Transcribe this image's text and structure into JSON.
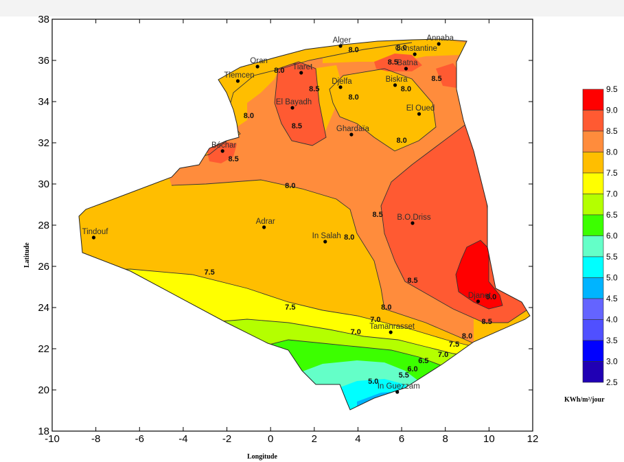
{
  "map": {
    "x_axis_title": "Longitude",
    "y_axis_title": "Latitude",
    "x_ticks": [
      "-10",
      "-8",
      "-6",
      "-4",
      "-2",
      "0",
      "2",
      "4",
      "6",
      "8",
      "10",
      "12"
    ],
    "y_ticks": [
      "38",
      "36",
      "34",
      "32",
      "30",
      "28",
      "26",
      "24",
      "22",
      "20",
      "18"
    ],
    "x_range": [
      -10,
      12
    ],
    "y_range": [
      18,
      38
    ]
  },
  "cities": [
    {
      "name": "Alger",
      "lon": 3.2,
      "lat": 36.7
    },
    {
      "name": "Annaba",
      "lon": 7.7,
      "lat": 36.8
    },
    {
      "name": "Constantine",
      "lon": 6.6,
      "lat": 36.3
    },
    {
      "name": "Batna",
      "lon": 6.2,
      "lat": 35.6
    },
    {
      "name": "Oran",
      "lon": -0.6,
      "lat": 35.7
    },
    {
      "name": "Tlemcen",
      "lon": -1.5,
      "lat": 35.0
    },
    {
      "name": "Tiaret",
      "lon": 1.4,
      "lat": 35.4
    },
    {
      "name": "Djelfa",
      "lon": 3.2,
      "lat": 34.7
    },
    {
      "name": "Biskra",
      "lon": 5.7,
      "lat": 34.8
    },
    {
      "name": "El Bayadh",
      "lon": 1.0,
      "lat": 33.7
    },
    {
      "name": "El Oued",
      "lon": 6.8,
      "lat": 33.4
    },
    {
      "name": "Ghardaïa",
      "lon": 3.7,
      "lat": 32.4
    },
    {
      "name": "Béchar",
      "lon": -2.2,
      "lat": 31.6
    },
    {
      "name": "B.O.Driss",
      "lon": 6.5,
      "lat": 28.1
    },
    {
      "name": "Adrar",
      "lon": -0.3,
      "lat": 27.9
    },
    {
      "name": "In Salah",
      "lon": 2.5,
      "lat": 27.2
    },
    {
      "name": "Tindouf",
      "lon": -8.1,
      "lat": 27.4
    },
    {
      "name": "Djanet",
      "lon": 9.5,
      "lat": 24.3
    },
    {
      "name": "Tamanrasset",
      "lon": 5.5,
      "lat": 22.8
    },
    {
      "name": "In Guezzam",
      "lon": 5.8,
      "lat": 19.9
    }
  ],
  "contour_labels": [
    {
      "text": "8.0",
      "lon": 3.8,
      "lat": 36.4
    },
    {
      "text": "8.0",
      "lon": 6.0,
      "lat": 36.5
    },
    {
      "text": "8.5",
      "lon": 5.6,
      "lat": 35.8
    },
    {
      "text": "8.5",
      "lon": 7.6,
      "lat": 35.0
    },
    {
      "text": "8.0",
      "lon": 0.4,
      "lat": 35.4
    },
    {
      "text": "8.5",
      "lon": 2.0,
      "lat": 34.5
    },
    {
      "text": "8.0",
      "lon": 3.8,
      "lat": 34.1
    },
    {
      "text": "8.0",
      "lon": 6.2,
      "lat": 34.5
    },
    {
      "text": "8.0",
      "lon": -1.0,
      "lat": 33.2
    },
    {
      "text": "8.5",
      "lon": 1.2,
      "lat": 32.7
    },
    {
      "text": "8.0",
      "lon": 6.0,
      "lat": 32.0
    },
    {
      "text": "8.5",
      "lon": -1.7,
      "lat": 31.1
    },
    {
      "text": "8.0",
      "lon": 0.9,
      "lat": 29.8
    },
    {
      "text": "8.5",
      "lon": 4.9,
      "lat": 28.4
    },
    {
      "text": "8.0",
      "lon": 3.6,
      "lat": 27.3
    },
    {
      "text": "8.5",
      "lon": 6.5,
      "lat": 25.2
    },
    {
      "text": "7.5",
      "lon": -2.8,
      "lat": 25.6
    },
    {
      "text": "7.5",
      "lon": 0.9,
      "lat": 23.9
    },
    {
      "text": "8.0",
      "lon": 5.3,
      "lat": 23.9
    },
    {
      "text": "7.0",
      "lon": 4.8,
      "lat": 23.3
    },
    {
      "text": "7.0",
      "lon": 3.9,
      "lat": 22.7
    },
    {
      "text": "9.0",
      "lon": 10.1,
      "lat": 24.4
    },
    {
      "text": "8.5",
      "lon": 9.9,
      "lat": 23.2
    },
    {
      "text": "8.0",
      "lon": 9.0,
      "lat": 22.5
    },
    {
      "text": "7.5",
      "lon": 8.4,
      "lat": 22.1
    },
    {
      "text": "7.0",
      "lon": 7.9,
      "lat": 21.6
    },
    {
      "text": "6.5",
      "lon": 7.0,
      "lat": 21.3
    },
    {
      "text": "6.0",
      "lon": 6.5,
      "lat": 20.9
    },
    {
      "text": "5.5",
      "lon": 6.1,
      "lat": 20.6
    },
    {
      "text": "5.0",
      "lon": 4.7,
      "lat": 20.3
    }
  ],
  "legend": {
    "unit": "KWh/m²/jour",
    "levels": [
      {
        "label": "9.5",
        "color": "#ff0000"
      },
      {
        "label": "9.0",
        "color": "#ff5a32"
      },
      {
        "label": "8.5",
        "color": "#ff8c3c"
      },
      {
        "label": "8.0",
        "color": "#ffbe00"
      },
      {
        "label": "7.5",
        "color": "#ffff00"
      },
      {
        "label": "7.0",
        "color": "#b4ff00"
      },
      {
        "label": "6.5",
        "color": "#3cff00"
      },
      {
        "label": "6.0",
        "color": "#64ffc8"
      },
      {
        "label": "5.5",
        "color": "#00ffff"
      },
      {
        "label": "5.0",
        "color": "#00b4ff"
      },
      {
        "label": "4.5",
        "color": "#6464ff"
      },
      {
        "label": "4.0",
        "color": "#5050ff"
      },
      {
        "label": "3.5",
        "color": "#0000ff"
      },
      {
        "label": "3.0",
        "color": "#2000b4"
      },
      {
        "label": "2.5",
        "color": "#000080"
      }
    ]
  },
  "colors": {
    "c95": "#ff0000",
    "c90": "#ff5a32",
    "c85": "#ff8c3c",
    "c80": "#ffbe00",
    "c75": "#ffff00",
    "c70": "#b4ff00",
    "c65": "#3cff00",
    "c60": "#64ffc8",
    "c55": "#00ffff",
    "c50": "#00b4ff",
    "c45": "#6464ff"
  }
}
